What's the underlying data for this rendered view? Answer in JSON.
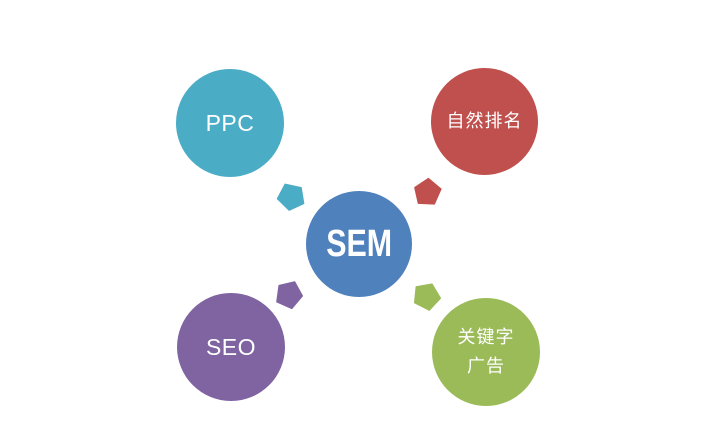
{
  "diagram": {
    "type": "radial-diagram",
    "background_color": "#ffffff",
    "center_node": {
      "id": "sem",
      "label": "SEM",
      "color": "#4f81bd",
      "text_color": "#ffffff"
    },
    "nodes": [
      {
        "id": "ppc",
        "label": "PPC",
        "color": "#4bacc6",
        "text_color": "#ffffff",
        "position": "top-left"
      },
      {
        "id": "natural-ranking",
        "label": "自然排名",
        "color": "#c0504d",
        "text_color": "#ffffff",
        "position": "top-right"
      },
      {
        "id": "seo",
        "label": "SEO",
        "color": "#8064a2",
        "text_color": "#ffffff",
        "position": "bottom-left"
      },
      {
        "id": "keyword-ads",
        "label_lines": [
          "关键字",
          "广告"
        ],
        "color": "#9bbb59",
        "text_color": "#ffffff",
        "position": "bottom-right"
      }
    ],
    "connector_arrows": [
      {
        "id": "arrow-ppc",
        "shape": "pentagon",
        "color": "#4bacc6",
        "points_toward": "center"
      },
      {
        "id": "arrow-natural-ranking",
        "shape": "pentagon",
        "color": "#c0504d",
        "points_toward": "center"
      },
      {
        "id": "arrow-seo",
        "shape": "pentagon",
        "color": "#8064a2",
        "points_toward": "center"
      },
      {
        "id": "arrow-keyword-ads",
        "shape": "pentagon",
        "color": "#9bbb59",
        "points_toward": "center"
      }
    ]
  }
}
